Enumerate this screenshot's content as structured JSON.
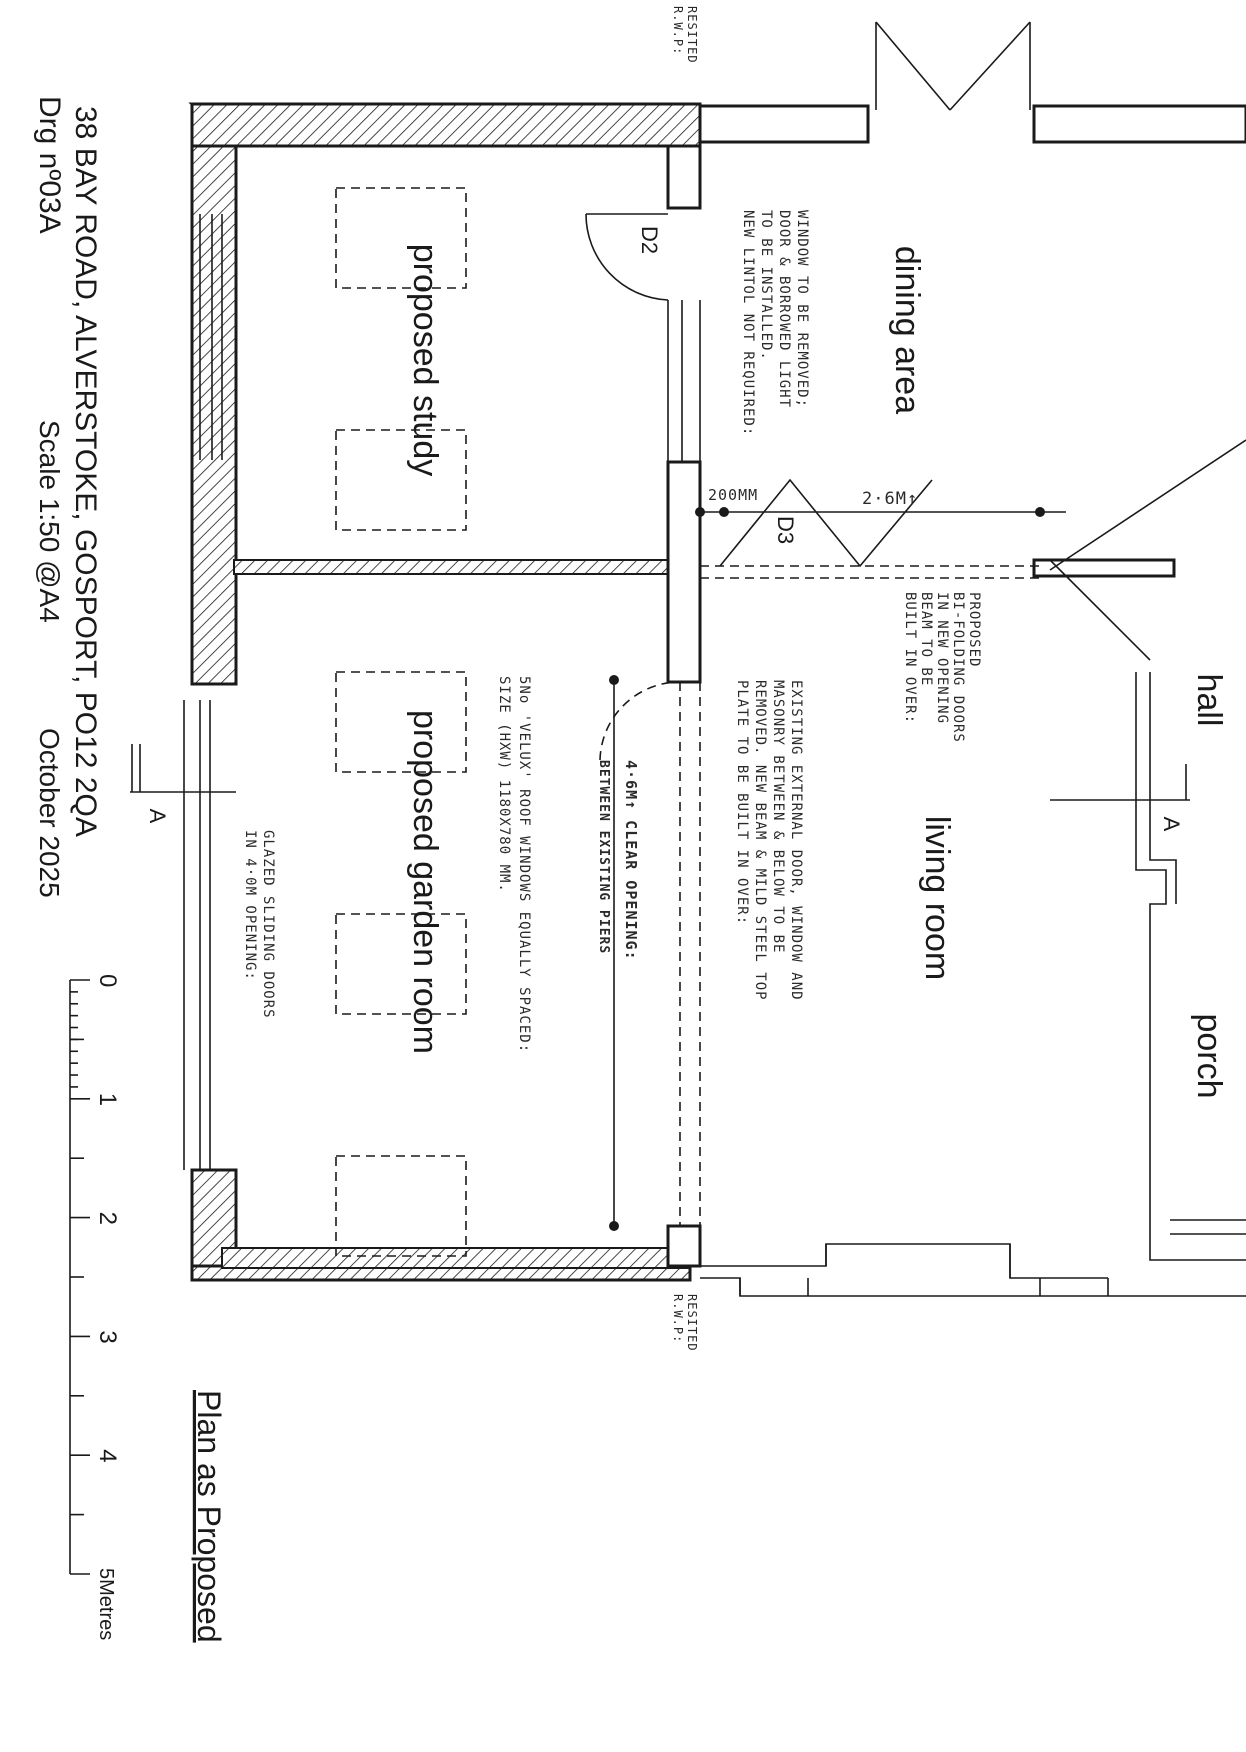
{
  "rooms": {
    "dining": "dining area",
    "study": "proposed study",
    "garden": "proposed garden room",
    "living": "living room",
    "hall": "hall",
    "porch": "porch"
  },
  "tags": {
    "d2": "D2",
    "d3": "D3",
    "section_marker": "A"
  },
  "dimensions": {
    "pier": "200MM",
    "bifold": "2·6M↑",
    "opening": "4·6M↑ CLEAR OPENING:",
    "opening_sub": "BETWEEN EXISTING PIERS"
  },
  "notes": {
    "window_removed": [
      "WINDOW TO BE REMOVED;",
      "DOOR & BORROWED LIGHT",
      "TO BE INSTALLED.",
      "NEW LINTOL NOT REQUIRED:"
    ],
    "bifold": [
      "PROPOSED",
      "BI-FOLDING DOORS",
      "IN NEW OPENING",
      "BEAM TO BE",
      "BUILT IN OVER:"
    ],
    "existing_door": [
      "EXISTING EXTERNAL DOOR, WINDOW AND",
      "MASONRY BETWEEN & BELOW TO BE",
      "REMOVED. NEW BEAM & MILD STEEL TOP",
      "PLATE TO BE BUILT IN OVER:"
    ],
    "velux": [
      "5No 'VELUX' ROOF WINDOWS EQUALLY SPACED:",
      "SIZE (HXW) 1180X780 MM."
    ],
    "sliding": [
      "GLAZED SLIDING DOORS",
      "IN 4·0M OPENING:"
    ],
    "resited_top": [
      "RESITED",
      "R.W.P:"
    ],
    "resited_bottom": [
      "RESITED",
      "R.W.P:"
    ]
  },
  "title_block": {
    "address": "38 BAY ROAD, ALVERSTOKE, GOSPORT, PO12 2QA",
    "drawing_no": "Drg nº03A",
    "scale": "Scale 1:50 @A4",
    "date": "October 2025",
    "plan_title": "Plan as Proposed"
  },
  "scale_bar": {
    "ticks": [
      "0",
      "1",
      "2",
      "3",
      "4",
      "5Metres"
    ]
  }
}
